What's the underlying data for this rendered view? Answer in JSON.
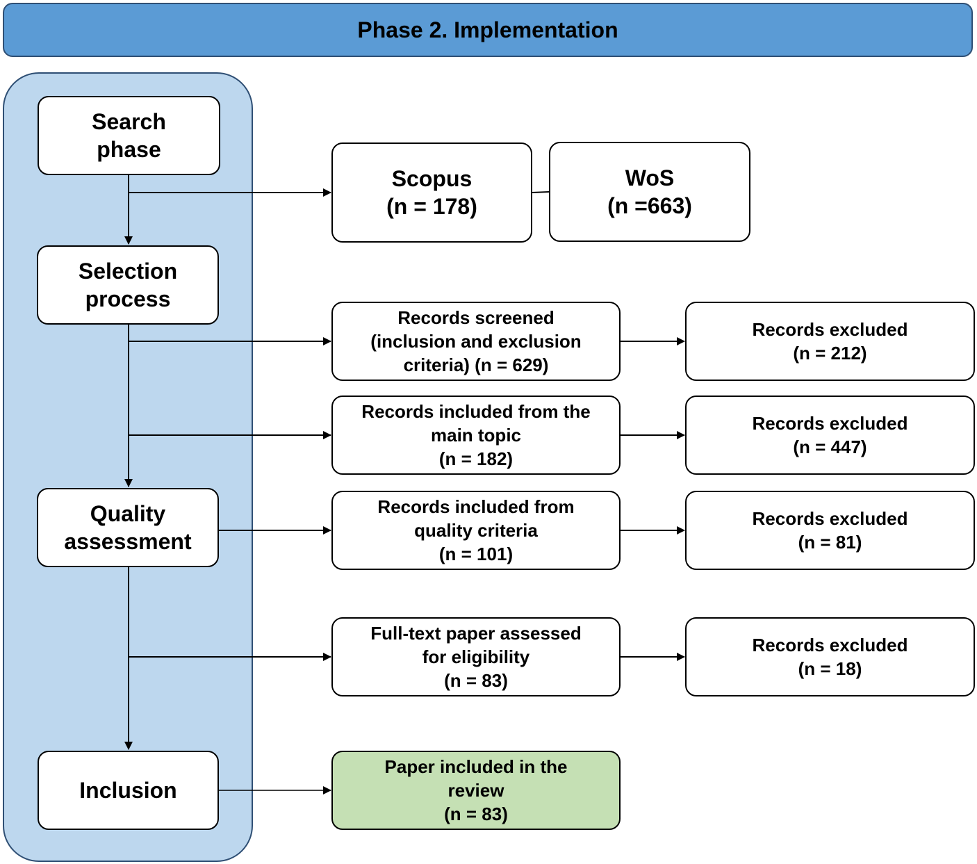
{
  "header": {
    "title": "Phase 2. Implementation"
  },
  "stages": {
    "search": "Search\nphase",
    "selection": "Selection\nprocess",
    "quality": "Quality\nassessment",
    "inclusion": "Inclusion"
  },
  "sources": {
    "scopus": "Scopus\n(n = 178)",
    "wos": "WoS\n(n =663)"
  },
  "records": {
    "screened": "Records screened\n(inclusion and exclusion\ncriteria) (n = 629)",
    "main_topic": "Records included from the\nmain topic\n(n = 182)",
    "quality_criteria": "Records included from\nquality criteria\n(n = 101)",
    "full_text": "Full-text paper assessed\nfor eligibility\n(n = 83)",
    "included": "Paper included in the\nreview\n(n = 83)"
  },
  "excluded": {
    "e1": "Records excluded\n(n = 212)",
    "e2": "Records excluded\n(n = 447)",
    "e3": "Records excluded\n(n = 81)",
    "e4": "Records excluded\n(n = 18)"
  },
  "colors": {
    "header": "#5b9bd5",
    "lane": "#bdd7ee",
    "included_box": "#c5e0b4",
    "border": "#000000"
  }
}
